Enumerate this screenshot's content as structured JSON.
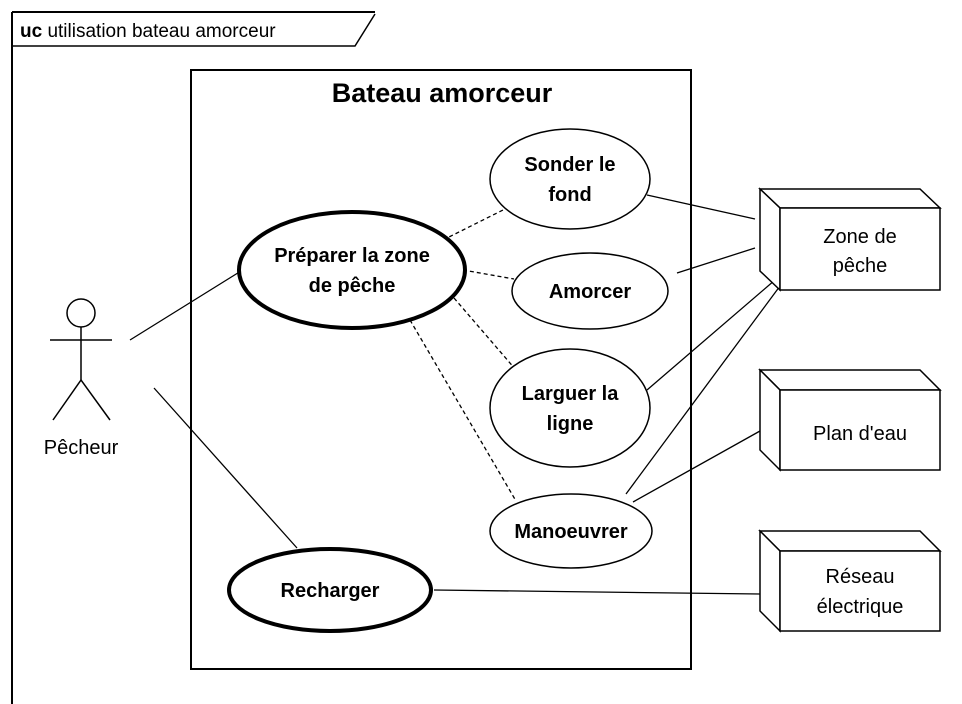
{
  "frame": {
    "keyword": "uc",
    "title": " utilisation bateau amorceur"
  },
  "system": {
    "title": "Bateau amorceur"
  },
  "actors": {
    "pecheur": {
      "label": "Pêcheur"
    },
    "zone_peche": {
      "line1": "Zone de",
      "line2": "pêche"
    },
    "plan_eau": {
      "line1": "Plan d'eau"
    },
    "reseau": {
      "line1": "Réseau",
      "line2": "électrique"
    }
  },
  "use_cases": {
    "preparer": {
      "line1": "Préparer la zone",
      "line2": "de pêche"
    },
    "recharger": {
      "line1": "Recharger"
    },
    "sonder": {
      "line1": "Sonder le",
      "line2": "fond"
    },
    "amorcer": {
      "line1": "Amorcer"
    },
    "larguer": {
      "line1": "Larguer la",
      "line2": "ligne"
    },
    "manoeuvrer": {
      "line1": "Manoeuvrer"
    }
  }
}
